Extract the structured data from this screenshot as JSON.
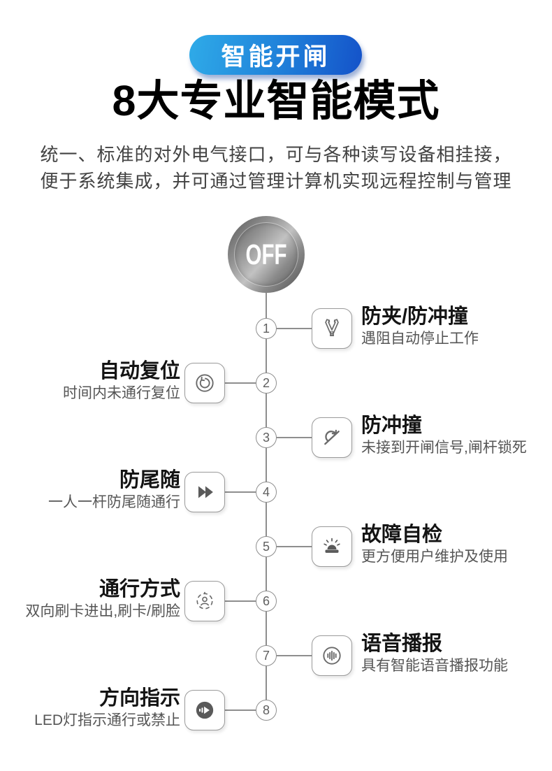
{
  "badge": {
    "label": "智能开闸"
  },
  "header": {
    "title": "8大专业智能模式",
    "subtitle_line1": "统一、标准的对外电气接口，可与各种读写设备相挂接，",
    "subtitle_line2": "便于系统集成，并可通过管理计算机实现远程控制与管理"
  },
  "power_button": {
    "label": "OFF"
  },
  "colors": {
    "badge_gradient_start": "#2fabe8",
    "badge_gradient_end": "#1452c9",
    "timeline_gray": "#8e8e8e",
    "icon_gray": "#666666",
    "title_black": "#141414",
    "desc_gray": "#555555"
  },
  "features": [
    {
      "num": "1",
      "side": "right",
      "icon": "anti-pinch-clamp-icon",
      "title": "防夹/防冲撞",
      "desc": "遇阻自动停止工作"
    },
    {
      "num": "2",
      "side": "left",
      "icon": "auto-reset-icon",
      "title": "自动复位",
      "desc": "时间内未通行复位"
    },
    {
      "num": "3",
      "side": "right",
      "icon": "anti-collision-icon",
      "title": "防冲撞",
      "desc": "未接到开闸信号,闸杆锁死"
    },
    {
      "num": "4",
      "side": "left",
      "icon": "anti-tailgating-icon",
      "title": "防尾随",
      "desc": "一人一杆防尾随通行"
    },
    {
      "num": "5",
      "side": "right",
      "icon": "fault-self-check-icon",
      "title": "故障自检",
      "desc": "更方便用户维护及使用"
    },
    {
      "num": "6",
      "side": "left",
      "icon": "access-mode-face-icon",
      "title": "通行方式",
      "desc": "双向刷卡进出,刷卡/刷脸"
    },
    {
      "num": "7",
      "side": "right",
      "icon": "voice-broadcast-icon",
      "title": "语音播报",
      "desc": "具有智能语音播报功能"
    },
    {
      "num": "8",
      "side": "left",
      "icon": "direction-indicator-icon",
      "title": "方向指示",
      "desc": "LED灯指示通行或禁止"
    }
  ]
}
